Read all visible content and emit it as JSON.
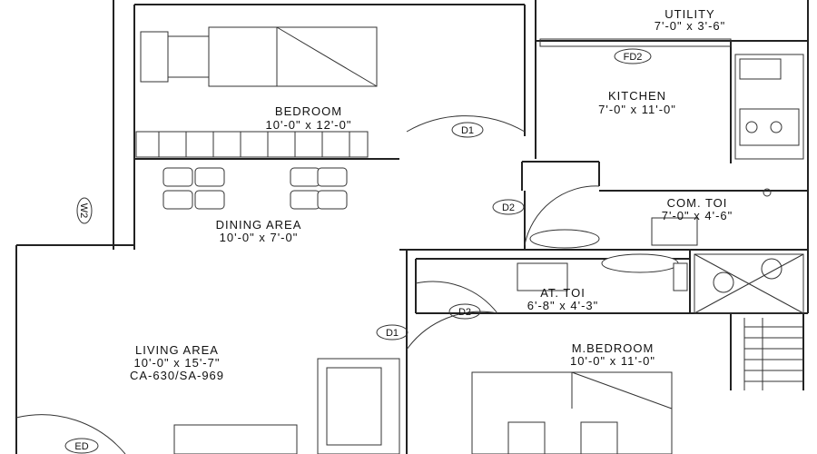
{
  "rooms": {
    "bedroom": {
      "name": "BEDROOM",
      "size": "10'-0\" x 12'-0\""
    },
    "utility": {
      "name": "UTILITY",
      "size": "7'-0\" x 3'-6\""
    },
    "kitchen": {
      "name": "KITCHEN",
      "size": "7'-0\" x 11'-0\""
    },
    "dining": {
      "name": "DINING AREA",
      "size": "10'-0\" x 7'-0\""
    },
    "com_toi": {
      "name": "COM. TOI",
      "size": "7'-0\" x 4'-6\""
    },
    "at_toi": {
      "name": "AT. TOI",
      "size": "6'-8\" x 4'-3\""
    },
    "living": {
      "name": "LIVING AREA",
      "size": "10'-0\" x 15'-7\"",
      "area": "CA-630/SA-969"
    },
    "master": {
      "name": "M.BEDROOM",
      "size": "10'-0\" x 11'-0\""
    }
  },
  "tags": {
    "fd2": "FD2",
    "d1_bedroom": "D1",
    "d2_com_toi": "D2",
    "d2_at_toi": "D2",
    "d1_master": "D1",
    "ed": "ED",
    "w": "W2"
  }
}
